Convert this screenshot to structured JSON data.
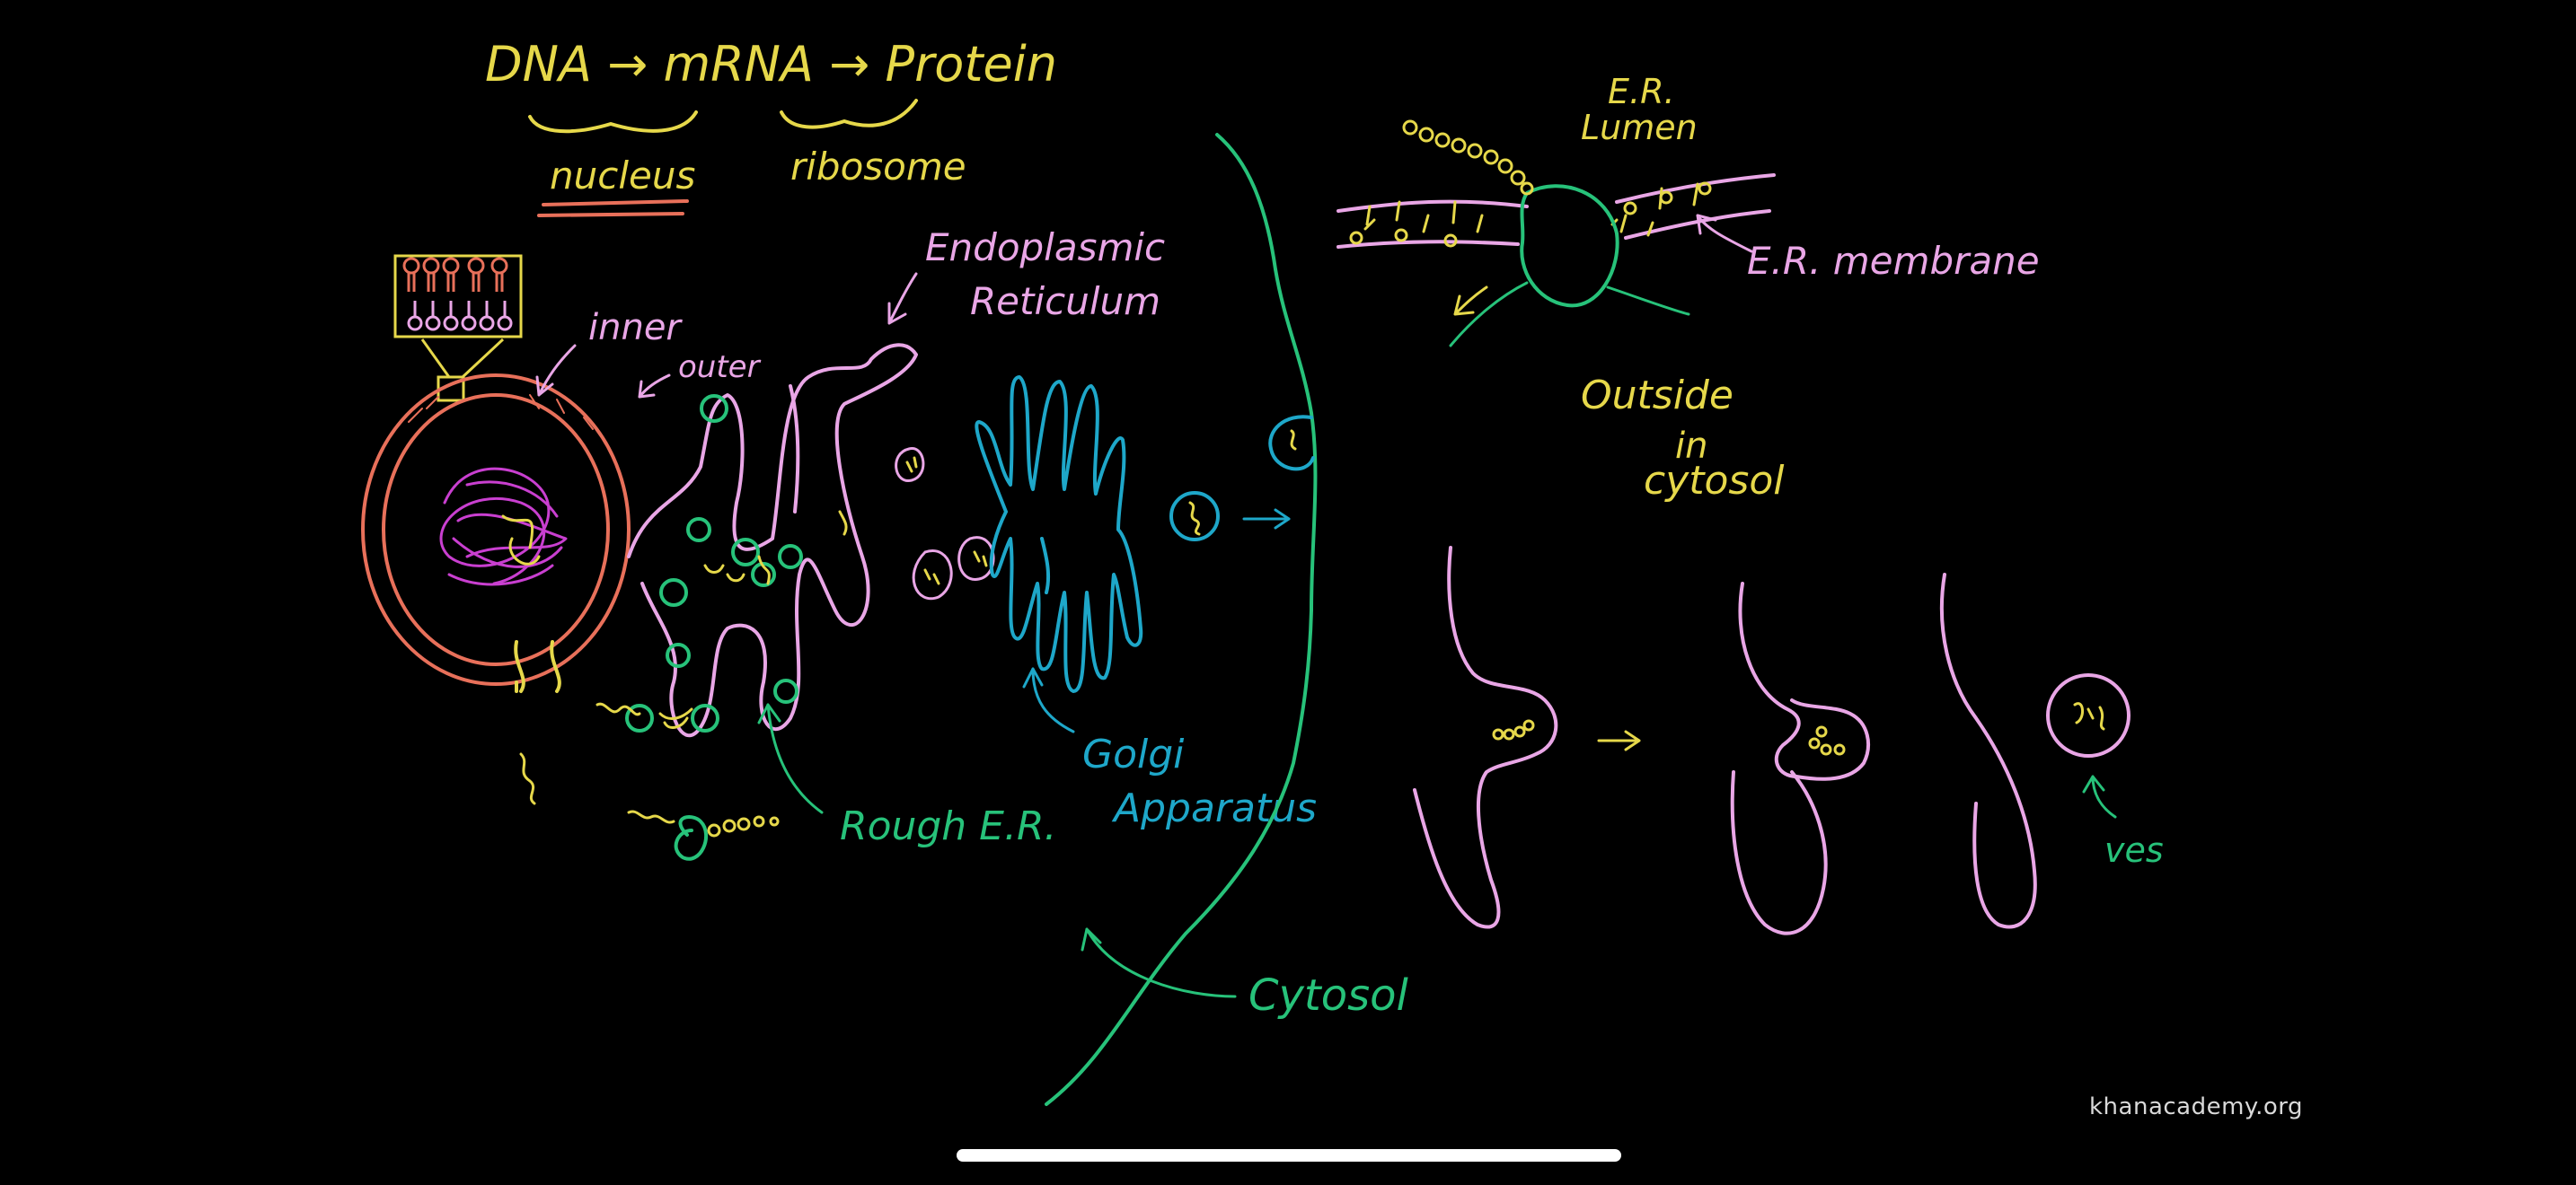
{
  "colors": {
    "yellow": "#e6d84a",
    "pink": "#e9a6e6",
    "green": "#27c27a",
    "blue": "#1ea7c9",
    "salmon": "#e8705a",
    "magenta": "#c93fd0",
    "background": "#000000",
    "watermark": "#d9d9d9"
  },
  "labels": {
    "dna_flow": "DNA → mRNA → Protein",
    "nucleus": "nucleus",
    "ribosome": "ribosome",
    "inner": "inner",
    "outer": "outer",
    "er_line1": "Endoplasmic",
    "er_line2": "Reticulum",
    "rough_er": "Rough E.R.",
    "golgi_line1": "Golgi",
    "golgi_line2": "Apparatus",
    "cytosol": "Cytosol",
    "er_lumen_line1": "E.R.",
    "er_lumen_line2": "Lumen",
    "er_membrane": "E.R. membrane",
    "outside_line1": "Outside",
    "outside_line2": "in",
    "outside_line3": "cytosol",
    "ves": "ves"
  },
  "watermark": "khanacademy.org"
}
